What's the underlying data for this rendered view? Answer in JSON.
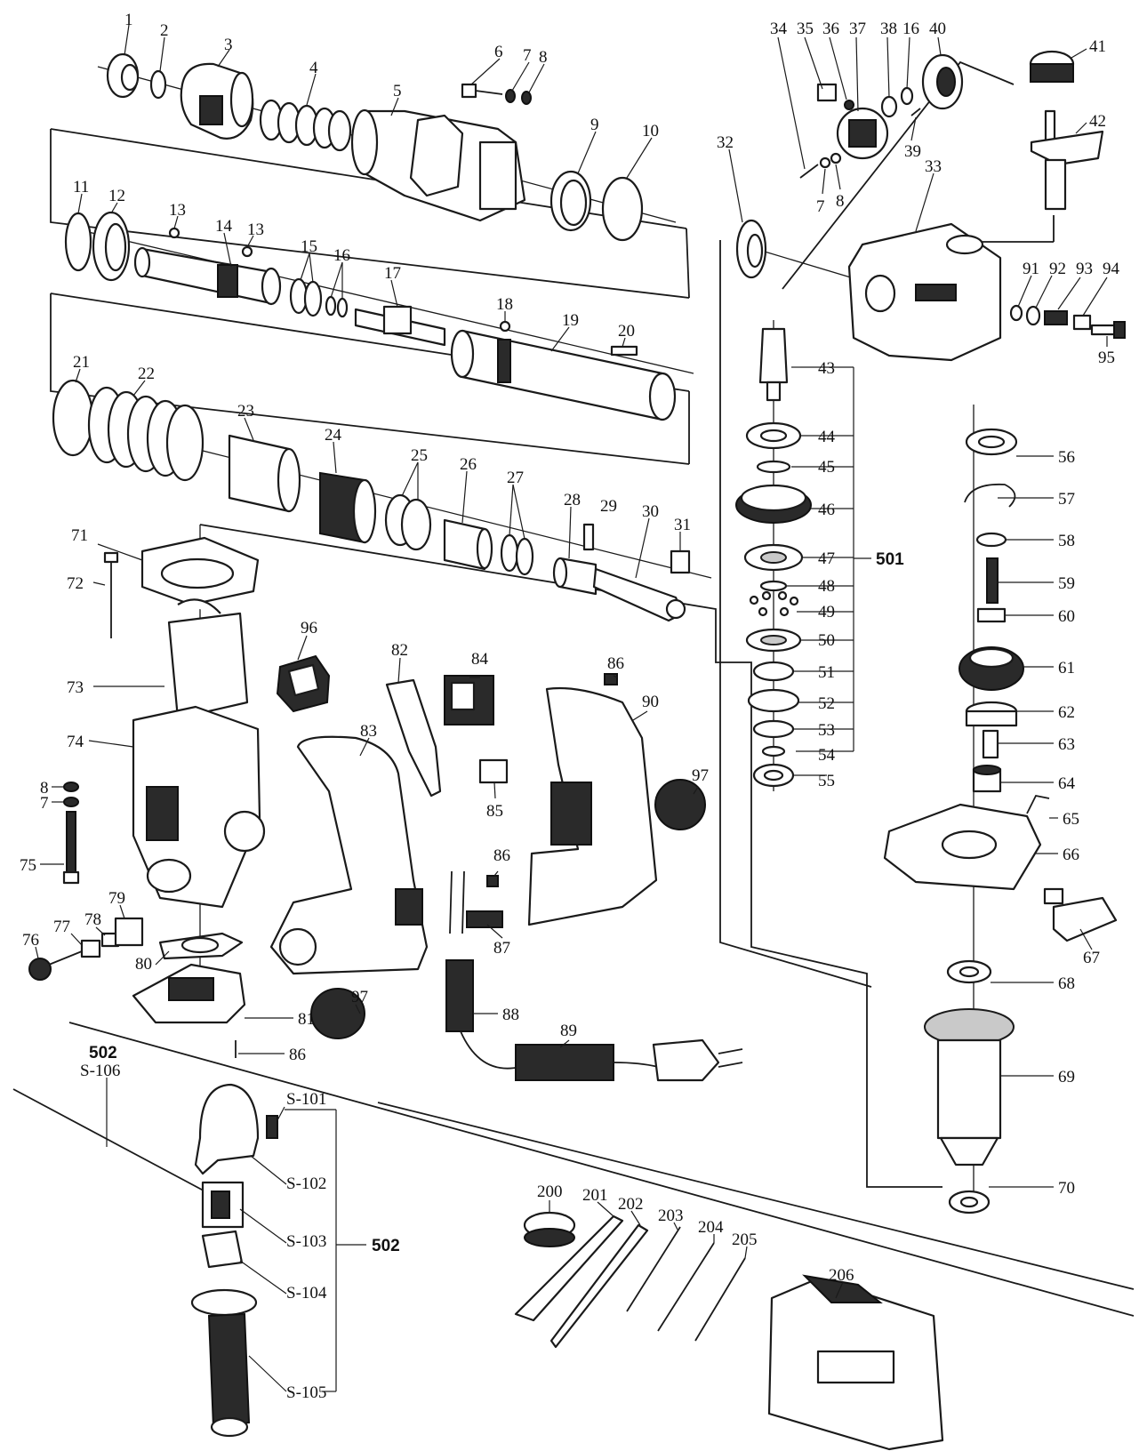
{
  "callouts": {
    "c1": "1",
    "c2": "2",
    "c3": "3",
    "c4": "4",
    "c5": "5",
    "c6": "6",
    "c7": "7",
    "c8": "8",
    "c9": "9",
    "c10": "10",
    "c11": "11",
    "c12": "12",
    "c13a": "13",
    "c13b": "13",
    "c14": "14",
    "c15": "15",
    "c16a": "16",
    "c17": "17",
    "c18": "18",
    "c19": "19",
    "c20": "20",
    "c21": "21",
    "c22": "22",
    "c23": "23",
    "c24": "24",
    "c25": "25",
    "c26": "26",
    "c27": "27",
    "c28": "28",
    "c29": "29",
    "c30": "30",
    "c31": "31",
    "c32": "32",
    "c33": "33",
    "c34": "34",
    "c35": "35",
    "c36": "36",
    "c37": "37",
    "c38": "38",
    "c16b": "16",
    "c40": "40",
    "c41": "41",
    "c42": "42",
    "c39": "39",
    "c7b": "7",
    "c8b": "8",
    "c43": "43",
    "c44": "44",
    "c45": "45",
    "c46": "46",
    "c47": "47",
    "c48": "48",
    "c49": "49",
    "c50": "50",
    "c51": "51",
    "c52": "52",
    "c53": "53",
    "c54": "54",
    "c55": "55",
    "c56": "56",
    "c57": "57",
    "c58": "58",
    "c59": "59",
    "c60": "60",
    "c61": "61",
    "c62": "62",
    "c63": "63",
    "c64": "64",
    "c65": "65",
    "c66": "66",
    "c67": "67",
    "c68": "68",
    "c69": "69",
    "c70": "70",
    "c71": "71",
    "c72": "72",
    "c73": "73",
    "c74": "74",
    "c8c": "8",
    "c7c": "7",
    "c75": "75",
    "c76": "76",
    "c77": "77",
    "c78": "78",
    "c79": "79",
    "c80": "80",
    "c81": "81",
    "c86a": "86",
    "c82": "82",
    "c83": "83",
    "c84": "84",
    "c85": "85",
    "c86b": "86",
    "c86c": "86",
    "c87": "87",
    "c88": "88",
    "c89": "89",
    "c90": "90",
    "c96": "96",
    "c97a": "97",
    "c97b": "97",
    "c91": "91",
    "c92": "92",
    "c93": "93",
    "c94": "94",
    "c95": "95",
    "c200": "200",
    "c201": "201",
    "c202": "202",
    "c203": "203",
    "c204": "204",
    "c205": "205",
    "c206": "206",
    "cS101": "S-101",
    "cS102": "S-102",
    "cS103": "S-103",
    "cS104": "S-104",
    "cS105": "S-105",
    "cS106": "S-106"
  },
  "groups": {
    "g501": "501",
    "g502a": "502",
    "g502b": "502"
  }
}
